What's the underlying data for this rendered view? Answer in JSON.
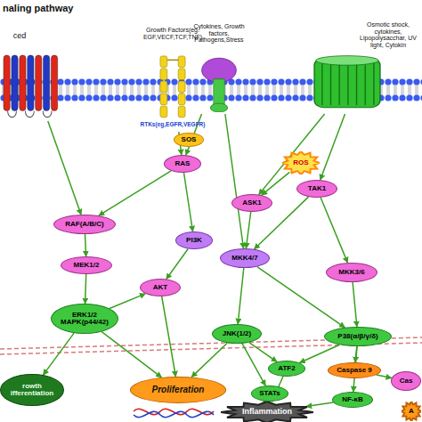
{
  "diagram": {
    "title": "naling pathway",
    "nodes": [
      {
        "text": [
          "ced"
        ]
      },
      {
        "text": [
          "Growth Factors(eg. EGF,VECF,TCF,TNF)",
          "RTKs(eg,EGFR,VEGFR)"
        ]
      },
      {
        "text": [
          "Cytokines, Growth factors, Pathogens,Stress"
        ]
      },
      {
        "text": [
          "Osmotic shock, cytokines, Lipopolysacchar, UV light, Cytokin"
        ]
      },
      {
        "text": [
          "SOS"
        ]
      },
      {
        "text": [
          "RAS"
        ]
      },
      {
        "text": [
          "ROS"
        ]
      },
      {
        "text": [
          "TAK1"
        ]
      },
      {
        "text": [
          "ASK1"
        ]
      },
      {
        "text": [
          "RAF(A/B/C)"
        ]
      },
      {
        "text": [
          "PI3K"
        ]
      },
      {
        "text": [
          "MKK4/7"
        ]
      },
      {
        "text": [
          "MEK1/2"
        ]
      },
      {
        "text": [
          "MKK3/6"
        ]
      },
      {
        "text": [
          "AKT"
        ]
      },
      {
        "text": [
          "ERK1/2 MAPK(p44/42)"
        ]
      },
      {
        "text": [
          "JNK(1/2)"
        ]
      },
      {
        "text": [
          "P38(α/β/γ/δ)"
        ]
      },
      {
        "text": [
          "Caspase 9"
        ]
      },
      {
        "text": [
          "ATF2"
        ]
      },
      {
        "text": [
          "Cas"
        ]
      },
      {
        "text": [
          "rowth ifferentiation"
        ]
      },
      {
        "text": [
          "Proliferation"
        ]
      },
      {
        "text": [
          "STATs"
        ]
      },
      {
        "text": [
          "NF-κB"
        ]
      },
      {
        "text": [
          "Inflammation"
        ]
      },
      {
        "text": [
          "A"
        ]
      }
    ],
    "edges": [
      {
        "from": 0,
        "to": 9,
        "arrow": "to"
      },
      {
        "from": 1,
        "to": 5,
        "arrow": "to"
      },
      {
        "from": 2,
        "to": 5,
        "arrow": "to"
      },
      {
        "from": 2,
        "to": 11,
        "arrow": "to"
      },
      {
        "from": 3,
        "to": 8,
        "arrow": "to"
      },
      {
        "from": 3,
        "to": 7,
        "arrow": "to"
      },
      {
        "from": 5,
        "to": 9,
        "arrow": "to"
      },
      {
        "from": 5,
        "to": 10,
        "arrow": "to"
      },
      {
        "from": 9,
        "to": 12,
        "arrow": "to"
      },
      {
        "from": 10,
        "to": 14,
        "arrow": "to"
      },
      {
        "from": 12,
        "to": 15,
        "arrow": "to"
      },
      {
        "from": 15,
        "to": 14,
        "arrow": "to"
      },
      {
        "from": 15,
        "to": 21,
        "arrow": "to"
      },
      {
        "from": 15,
        "to": 22,
        "arrow": "to"
      },
      {
        "from": 14,
        "to": 22,
        "arrow": "to"
      },
      {
        "from": 8,
        "to": 11,
        "arrow": "to"
      },
      {
        "from": 7,
        "to": 11,
        "arrow": "to"
      },
      {
        "from": 7,
        "to": 13,
        "arrow": "to"
      },
      {
        "from": 6,
        "to": 8,
        "arrow": "to"
      },
      {
        "from": 11,
        "to": 16,
        "arrow": "to"
      },
      {
        "from": 11,
        "to": 17,
        "arrow": "to"
      },
      {
        "from": 13,
        "to": 17,
        "arrow": "to"
      },
      {
        "from": 16,
        "to": 22,
        "arrow": "to"
      },
      {
        "from": 16,
        "to": 23,
        "arrow": "to"
      },
      {
        "from": 16,
        "to": 19,
        "arrow": "to"
      },
      {
        "from": 17,
        "to": 19,
        "arrow": "to"
      },
      {
        "from": 17,
        "to": 18,
        "arrow": "to"
      },
      {
        "from": 17,
        "to": 24,
        "arrow": "to"
      },
      {
        "from": 18,
        "to": 20,
        "arrow": "to"
      },
      {
        "from": 23,
        "to": 25,
        "arrow": "to"
      },
      {
        "from": 19,
        "to": 25,
        "arrow": "to"
      },
      {
        "from": 24,
        "to": 25,
        "arrow": "to"
      }
    ]
  }
}
